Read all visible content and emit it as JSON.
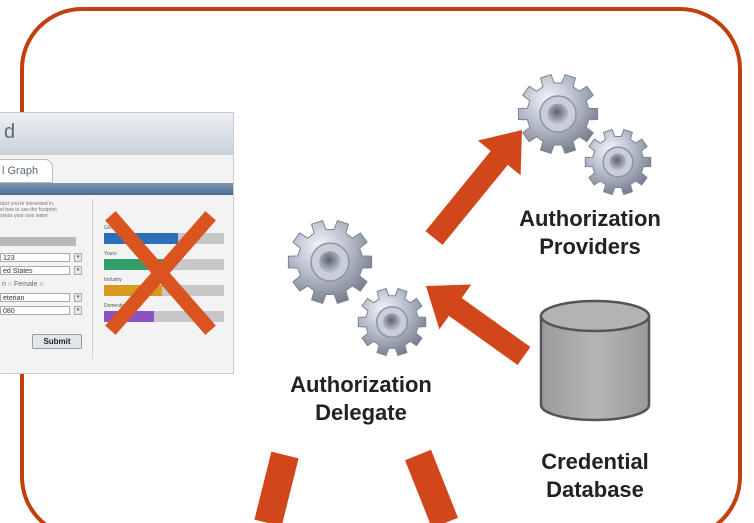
{
  "labels": {
    "delegate": [
      "Authorization",
      "Delegate"
    ],
    "providers": [
      "Authorization",
      "Providers"
    ],
    "database": [
      "Credential",
      "Database"
    ]
  },
  "form_screenshot": {
    "header_title": "d",
    "tab_label": "l Graph",
    "intro_text": [
      "duct you're interested in,",
      "el tree to use the footprint",
      "ssess your own water"
    ],
    "field_1": "123",
    "field_2": "ed States",
    "radio_text": "n ○ Female ○",
    "field_3": "eterian",
    "field_4": "080",
    "submit_label": "Submit",
    "bars": [
      {
        "label": "Global",
        "fill": 0.62,
        "color": "#2c6fb6"
      },
      {
        "label": "Yours",
        "fill": 0.55,
        "color": "#2fa06a"
      },
      {
        "label": "Industry",
        "fill": 0.48,
        "color": "#d89a1c"
      },
      {
        "label": "Domestic",
        "fill": 0.42,
        "color": "#8a52c4"
      }
    ]
  },
  "colors": {
    "border": "#c0400f",
    "arrow": "#d2461c",
    "cross": "#d9541f",
    "database_fill": "#a8a8a8",
    "database_stroke": "#555555"
  },
  "icons": [
    "gear-icon",
    "database-icon",
    "cross-icon"
  ]
}
